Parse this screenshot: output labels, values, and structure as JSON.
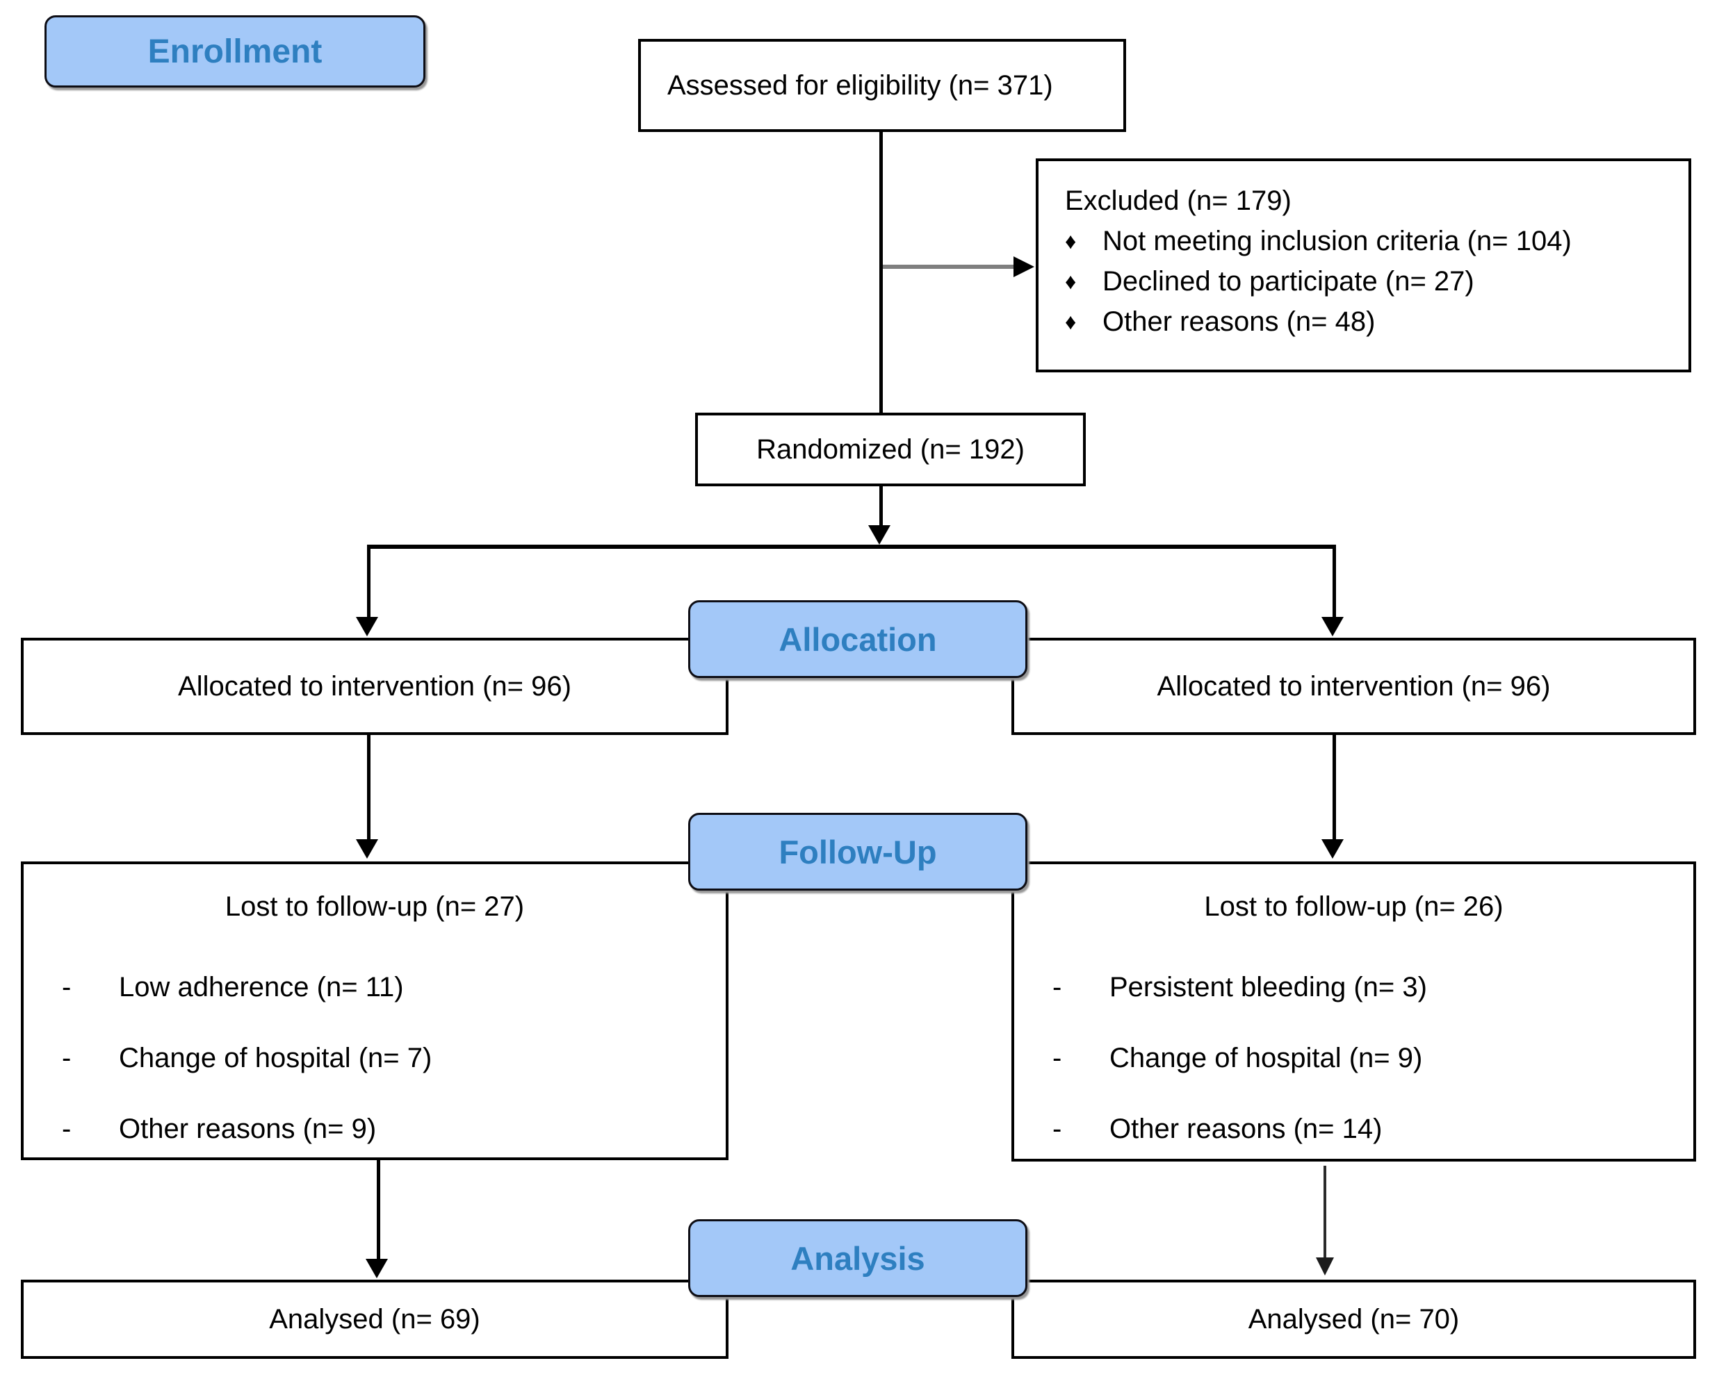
{
  "stages": {
    "enrollment": "Enrollment",
    "allocation": "Allocation",
    "followup": "Follow-Up",
    "analysis": "Analysis"
  },
  "boxes": {
    "assessed": "Assessed for eligibility (n= 371)",
    "excluded": {
      "title": "Excluded (n= 179)",
      "bullet": "♦",
      "items": [
        "Not meeting inclusion criteria (n= 104)",
        "Declined to participate (n= 27)",
        "Other reasons (n= 48)"
      ]
    },
    "randomized": "Randomized (n= 192)",
    "alloc_left": "Allocated to intervention (n= 96)",
    "alloc_right": "Allocated to intervention (n= 96)",
    "followup_left": {
      "title": "Lost to follow-up (n= 27)",
      "bullet": "-",
      "items": [
        "Low adherence (n= 11)",
        "Change of hospital (n= 7)",
        "Other reasons (n= 9)"
      ]
    },
    "followup_right": {
      "title": "Lost to follow-up (n= 26)",
      "bullet": "-",
      "items": [
        "Persistent bleeding (n= 3)",
        "Change of hospital (n= 9)",
        "Other reasons (n= 14)"
      ]
    },
    "analysed_left": "Analysed (n= 69)",
    "analysed_right": "Analysed (n= 70)"
  },
  "colors": {
    "stage_fill": "#a3c8f8",
    "stage_text": "#2e7fc0",
    "box_border": "#000000",
    "connector": "#000000",
    "excluded_connector": "#7f7f7f"
  }
}
